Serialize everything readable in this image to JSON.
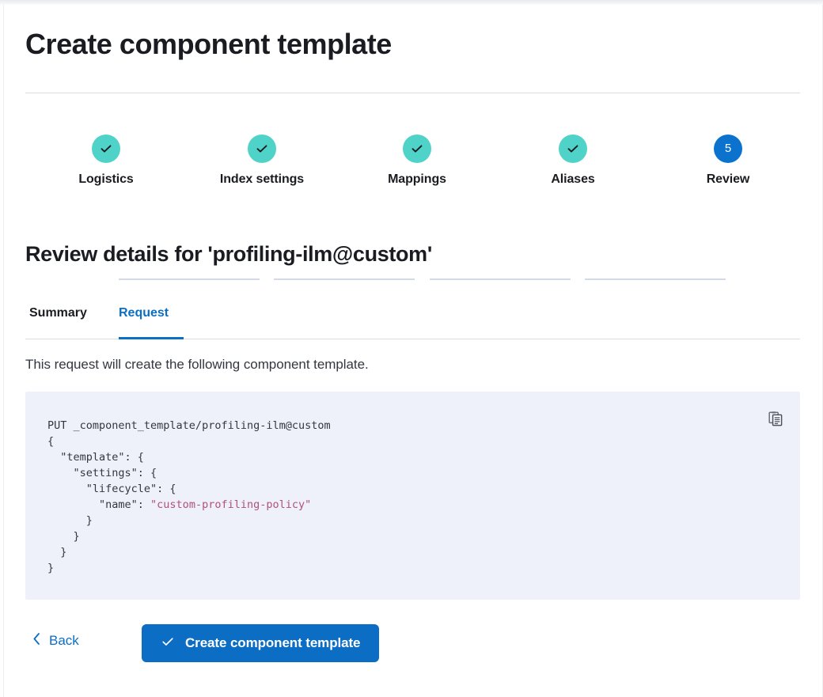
{
  "page": {
    "title": "Create component template"
  },
  "stepper": {
    "steps": [
      {
        "label": "Logistics",
        "state": "done",
        "number": "1",
        "icon": "check-icon"
      },
      {
        "label": "Index settings",
        "state": "done",
        "number": "2",
        "icon": "check-icon"
      },
      {
        "label": "Mappings",
        "state": "done",
        "number": "3",
        "icon": "check-icon"
      },
      {
        "label": "Aliases",
        "state": "done",
        "number": "4",
        "icon": "check-icon"
      },
      {
        "label": "Review",
        "state": "current",
        "number": "5",
        "icon": ""
      }
    ],
    "done_color": "#4fd3c8",
    "current_color": "#0b73cd",
    "connector_color": "#d3dae6"
  },
  "review": {
    "heading": "Review details for 'profiling-ilm@custom'",
    "tabs": [
      {
        "label": "Summary",
        "active": false
      },
      {
        "label": "Request",
        "active": true
      }
    ],
    "description": "This request will create the following component template.",
    "accent_color": "#0b6fc4"
  },
  "request": {
    "method_line": "PUT _component_template/profiling-ilm@custom",
    "body_lines": [
      "{",
      "  \"template\": {",
      "    \"settings\": {",
      "      \"lifecycle\": {",
      "        \"name\": ",
      "      }",
      "    }",
      "  }",
      "}"
    ],
    "policy_value": "\"custom-profiling-policy\"",
    "background_color": "#eef1f9",
    "string_color": "#b0517c",
    "copy_icon": "copy-clipboard-icon"
  },
  "footer": {
    "back_label": "Back",
    "back_icon": "chevron-left-icon",
    "submit_label": "Create component template",
    "submit_icon": "check-icon",
    "submit_color": "#0b6ec4"
  }
}
